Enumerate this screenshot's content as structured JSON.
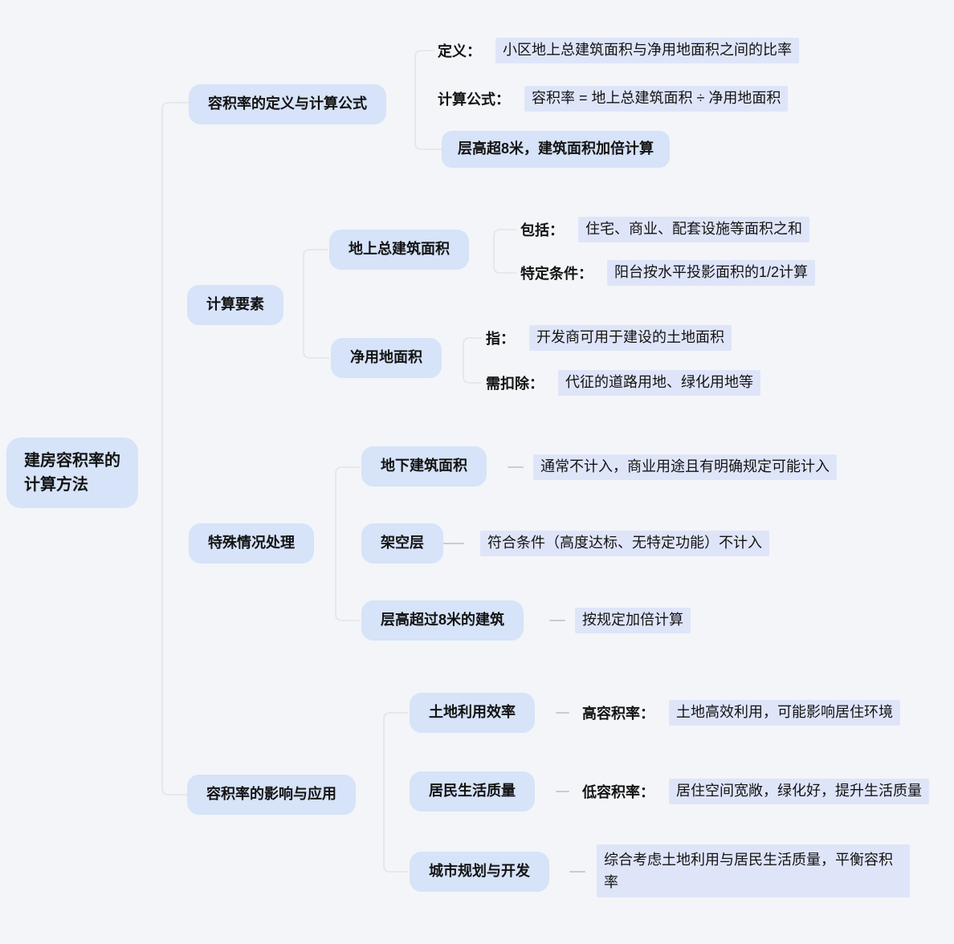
{
  "title": "建房容积率的计算方法思维导图",
  "colors": {
    "background": "#f3f5f8",
    "node_fill": "#d6e3f8",
    "highlight_fill": "#dfe5f9",
    "text": "#131313",
    "connector_line": "#e2e4e8",
    "dash_line": "#c8ccd3"
  },
  "root": {
    "label": "建房容积率的\n计算方法"
  },
  "branches": [
    {
      "label": "容积率的定义与计算公式",
      "children": [
        {
          "type": "labeled_row",
          "label": "定义：",
          "value": "小区地上总建筑面积与净用地面积之间的比率"
        },
        {
          "type": "labeled_row",
          "label": "计算公式：",
          "value": "容积率 = 地上总建筑面积 ÷ 净用地面积"
        },
        {
          "type": "node",
          "label": "层高超8米，建筑面积加倍计算"
        }
      ]
    },
    {
      "label": "计算要素",
      "children": [
        {
          "type": "node",
          "label": "地上总建筑面积",
          "children": [
            {
              "label": "包括：",
              "value": "住宅、商业、配套设施等面积之和"
            },
            {
              "label": "特定条件：",
              "value": "阳台按水平投影面积的1/2计算"
            }
          ]
        },
        {
          "type": "node",
          "label": "净用地面积",
          "children": [
            {
              "label": "指：",
              "value": "开发商可用于建设的土地面积"
            },
            {
              "label": "需扣除：",
              "value": "代征的道路用地、绿化用地等"
            }
          ]
        }
      ]
    },
    {
      "label": "特殊情况处理",
      "children": [
        {
          "type": "node",
          "label": "地下建筑面积",
          "value": "通常不计入，商业用途且有明确规定可能计入"
        },
        {
          "type": "node",
          "label": "架空层",
          "value": "符合条件（高度达标、无特定功能）不计入"
        },
        {
          "type": "node",
          "label": "层高超过8米的建筑",
          "value": "按规定加倍计算"
        }
      ]
    },
    {
      "label": "容积率的影响与应用",
      "children": [
        {
          "type": "node",
          "label": "土地利用效率",
          "sub_label": "高容积率：",
          "value": "土地高效利用，可能影响居住环境"
        },
        {
          "type": "node",
          "label": "居民生活质量",
          "sub_label": "低容积率：",
          "value": "居住空间宽敞，绿化好，提升生活质量"
        },
        {
          "type": "node",
          "label": "城市规划与开发",
          "value": "综合考虑土地利用与居民生活质量，平衡容积率"
        }
      ]
    }
  ]
}
